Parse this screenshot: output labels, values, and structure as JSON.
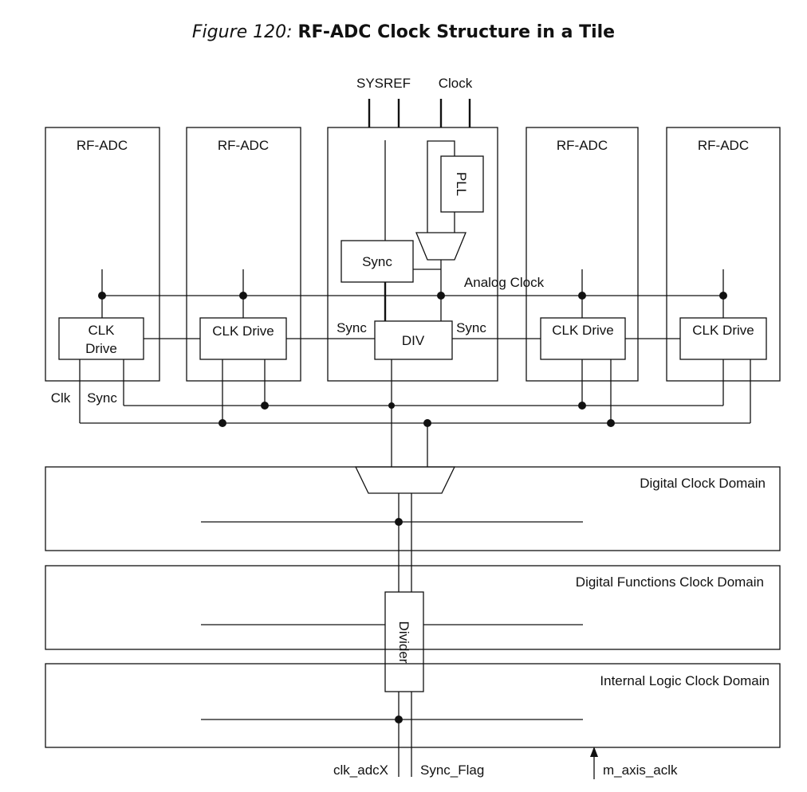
{
  "title": {
    "prefix": "Figure 120:",
    "name": "RF-ADC Clock Structure in a Tile"
  },
  "inputs": {
    "sysref": "SYSREF",
    "clock": "Clock"
  },
  "tiles": {
    "adc1": "RF-ADC",
    "adc2": "RF-ADC",
    "adc3": "RF-ADC",
    "adc4": "RF-ADC"
  },
  "blocks": {
    "clk_drive_1_line1": "CLK",
    "clk_drive_1_line2": "Drive",
    "clk_drive": "CLK Drive",
    "pll": "PLL",
    "sync": "Sync",
    "div": "DIV",
    "divider": "Divider"
  },
  "signals": {
    "analog_clock": "Analog Clock",
    "sync_left": "Sync",
    "sync_right": "Sync",
    "clk": "Clk",
    "sync_bus": "Sync",
    "clk_adcx": "clk_adcX",
    "sync_flag": "Sync_Flag",
    "m_axis_aclk": "m_axis_aclk"
  },
  "domains": {
    "digital": "Digital Clock Domain",
    "digital_functions": "Digital Functions Clock Domain",
    "internal_logic": "Internal Logic Clock Domain"
  }
}
